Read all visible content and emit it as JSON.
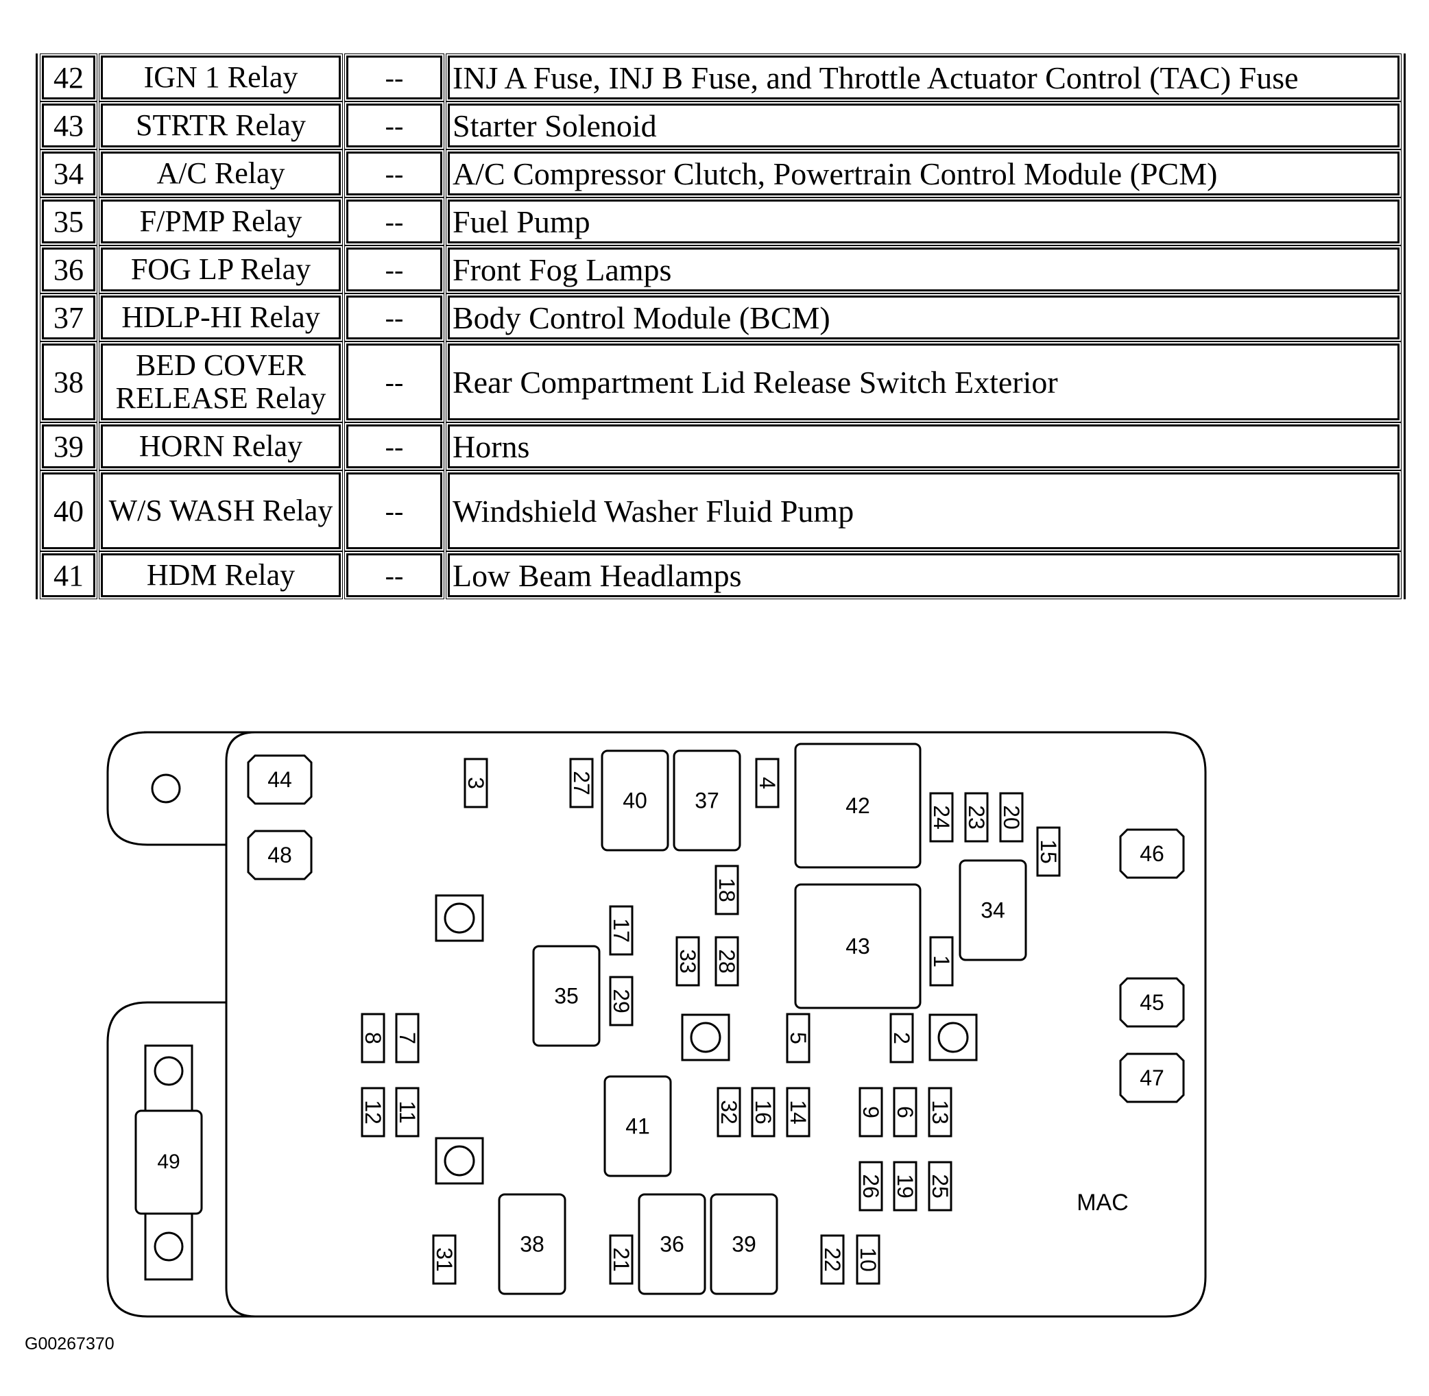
{
  "table": {
    "rows": [
      {
        "num": "42",
        "name": "IGN 1 Relay",
        "fuse": "--",
        "desc": "INJ A Fuse, INJ B Fuse, and Throttle Actuator Control (TAC) Fuse"
      },
      {
        "num": "43",
        "name": "STRTR Relay",
        "fuse": "--",
        "desc": "Starter Solenoid"
      },
      {
        "num": "34",
        "name": "A/C Relay",
        "fuse": "--",
        "desc": "A/C Compressor Clutch, Powertrain Control Module (PCM)"
      },
      {
        "num": "35",
        "name": "F/PMP Relay",
        "fuse": "--",
        "desc": "Fuel Pump"
      },
      {
        "num": "36",
        "name": "FOG LP Relay",
        "fuse": "--",
        "desc": "Front Fog Lamps"
      },
      {
        "num": "37",
        "name": "HDLP-HI Relay",
        "fuse": "--",
        "desc": "Body Control Module (BCM)"
      },
      {
        "num": "38",
        "name": "BED COVER RELEASE Relay",
        "fuse": "--",
        "desc": "Rear Compartment Lid Release Switch Exterior"
      },
      {
        "num": "39",
        "name": "HORN Relay",
        "fuse": "--",
        "desc": "Horns"
      },
      {
        "num": "40",
        "name": "W/S WASH Relay",
        "fuse": "--",
        "desc": "Windshield Washer Fluid Pump"
      },
      {
        "num": "41",
        "name": "HDM Relay",
        "fuse": "--",
        "desc": "Low Beam Headlamps"
      }
    ]
  },
  "diagram": {
    "relays": [
      "40",
      "37",
      "42",
      "43",
      "34",
      "35",
      "41",
      "38",
      "36",
      "39"
    ],
    "fuses": [
      "3",
      "27",
      "4",
      "24",
      "23",
      "20",
      "15",
      "18",
      "17",
      "33",
      "28",
      "1",
      "29",
      "5",
      "2",
      "8",
      "7",
      "12",
      "11",
      "32",
      "16",
      "14",
      "9",
      "6",
      "13",
      "26",
      "19",
      "25",
      "31",
      "21",
      "22",
      "10"
    ],
    "maxi_fuses": [
      "44",
      "48",
      "46",
      "45",
      "47"
    ],
    "mega_fuse": "49",
    "block_label": "MAC"
  },
  "caption": "G00267370"
}
